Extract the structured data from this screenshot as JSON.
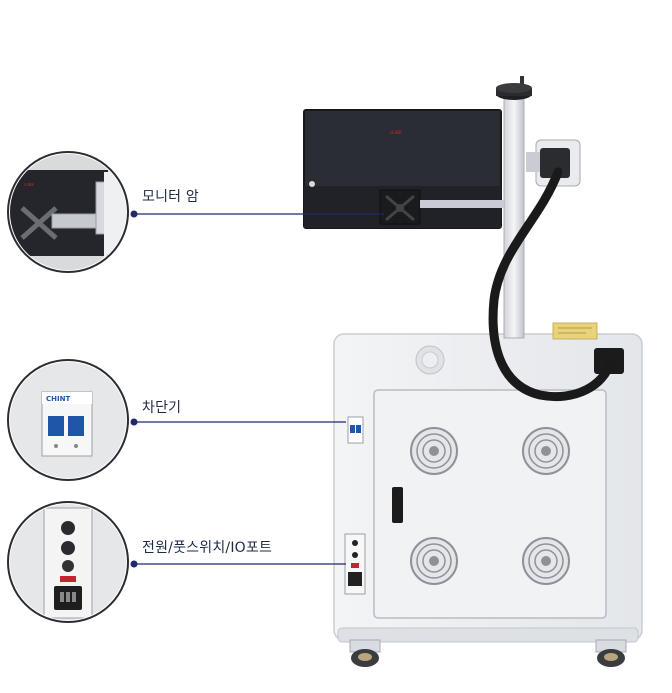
{
  "callouts": [
    {
      "id": "monitor-arm",
      "label": "모니터 암"
    },
    {
      "id": "breaker",
      "label": "차단기"
    },
    {
      "id": "power-io",
      "label": "전원/풋스위치/IO포트"
    }
  ],
  "breaker_brand": "CHINT",
  "colors": {
    "accent_line": "#1e2a6b",
    "cabinet": "#eef0f3",
    "monitor": "#2a2d33",
    "cable": "#1a1a1a",
    "warning_label": "#e8d27a",
    "logo_red": "#c0282d"
  }
}
